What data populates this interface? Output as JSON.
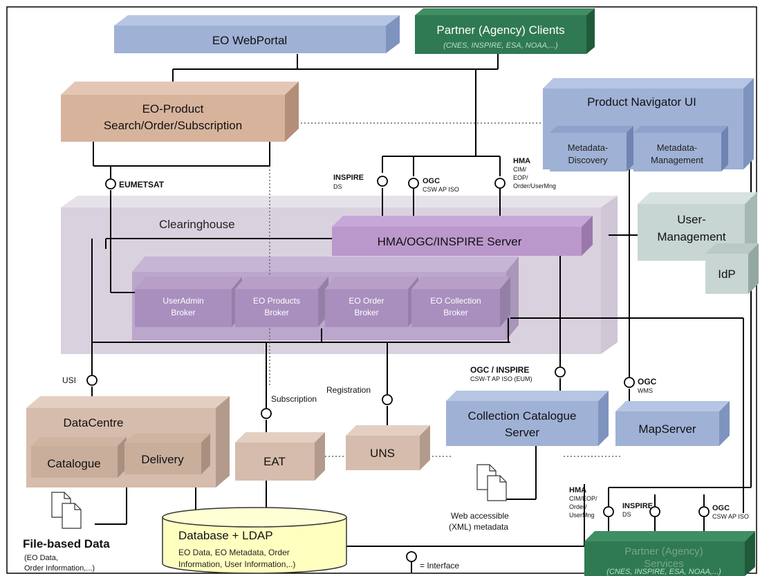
{
  "boxes": {
    "portal": "EO WebPortal",
    "partner_clients": "Partner (Agency) Clients",
    "partner_clients_sub": "(CNES, INSPIRE, ESA, NOAA,...)",
    "search_line1": "EO-Product",
    "search_line2": "Search/Order/Subscription",
    "navigator_title": "Product Navigator UI",
    "md_discovery_1": "Metadata-",
    "md_discovery_2": "Discovery",
    "md_management_1": "Metadata-",
    "md_management_2": "Management",
    "clearinghouse": "Clearinghouse",
    "hma_server": "HMA/OGC/INSPIRE Server",
    "user_mgmt_1": "User-",
    "user_mgmt_2": "Management",
    "idp": "IdP",
    "broker_useradmin_1": "UserAdmin",
    "broker_useradmin_2": "Broker",
    "broker_products_1": "EO Products",
    "broker_products_2": "Broker",
    "broker_order_1": "EO Order",
    "broker_order_2": "Broker",
    "broker_collection_1": "EO Collection",
    "broker_collection_2": "Broker",
    "datacentre": "DataCentre",
    "catalogue": "Catalogue",
    "delivery": "Delivery",
    "eat": "EAT",
    "uns": "UNS",
    "collection_cat_1": "Collection Catalogue",
    "collection_cat_2": "Server",
    "mapserver": "MapServer",
    "database": "Database + LDAP",
    "database_sub_1": "EO Data, EO Metadata, Order",
    "database_sub_2": "Information, User Information,..)",
    "partner_services_1": "Partner (Agency)",
    "partner_services_2": "Services",
    "partner_services_3": "(CNES, INSPIRE, ESA, NOAA,...)"
  },
  "interfaces": {
    "eumetsat": "EUMETSAT",
    "inspire_ds_1": "INSPIRE",
    "inspire_ds_2": "DS",
    "ogc_csw_1": "OGC",
    "ogc_csw_2": "CSW AP ISO",
    "hma_1": "HMA",
    "hma_2": "CIM/",
    "hma_3": "EOP/",
    "hma_4": "Order/UserMng",
    "usi": "USI",
    "subscription": "Subscription",
    "registration": "Registration",
    "ogc_inspire_1": "OGC / INSPIRE",
    "ogc_inspire_2": "CSW-T AP ISO (EUM)",
    "ogc_wms_1": "OGC",
    "ogc_wms_2": "WMS",
    "hma_b_1": "HMA",
    "hma_b_2": "CIM/EOP/",
    "hma_b_3": "Order/",
    "hma_b_4": "UserMng",
    "inspire_b_1": "INSPIRE",
    "inspire_b_2": "DS",
    "ogc_b_1": "OGC",
    "ogc_b_2": "CSW AP ISO"
  },
  "notes": {
    "file_based": "File-based Data",
    "file_based_sub_1": "(EO Data,",
    "file_based_sub_2": "Order Information,...)",
    "web_meta_1": "Web accessible",
    "web_meta_2": "(XML) metadata",
    "legend": "= Interface"
  },
  "colors": {
    "blue": "#9fb1d5",
    "green": "#2f7a52",
    "tan": "#d7b39c",
    "purple": "#c9b7d6",
    "clearing_bg": "#d9d2de",
    "teal": "#c7d6d3",
    "yellow": "#ffffc0",
    "brown_light": "#dcc4b4"
  }
}
